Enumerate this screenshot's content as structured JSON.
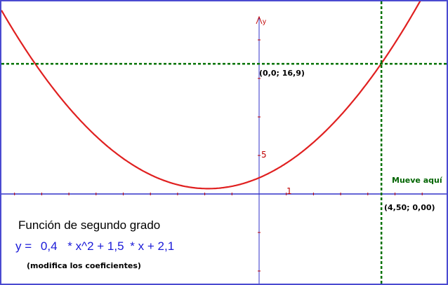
{
  "colors": {
    "border": "#4a4ad0",
    "axis": "#3232c8",
    "ticks": "#c00000",
    "curve": "#e02020",
    "guide": "#007000",
    "formula": "#1a1ad8"
  },
  "axes": {
    "y_label": "y",
    "tick_x": "1",
    "tick_y": "5"
  },
  "point_labels": {
    "intercept": "(0,0; 16,9)",
    "handle": "(4,50; 0,00)"
  },
  "move_hint": "Mueve aquí",
  "panel": {
    "title": "Función de segundo grado",
    "formula_lhs": "y =",
    "a": "0,4",
    "term_a": "* x^2 +",
    "b": "1,5",
    "term_b": "* x +",
    "c": "2,1",
    "hint": "(modifica los coeficientes)"
  },
  "chart_data": {
    "type": "line",
    "series": [
      {
        "x": [
          -9,
          -8,
          -7,
          -6,
          -5,
          -4,
          -3,
          -2,
          -1.875,
          -1,
          0,
          1,
          2,
          3,
          4,
          4.5,
          5.5
        ],
        "y": [
          21,
          15.7,
          11.2,
          7.5,
          4.6,
          2.5,
          1.2,
          0.7,
          0.69,
          1.0,
          2.1,
          4.0,
          6.7,
          10.2,
          14.5,
          16.9,
          22.4
        ]
      }
    ],
    "coefficients": {
      "a": 0.4,
      "b": 1.5,
      "c": 2.1
    },
    "guide_x": 4.5,
    "guide_y": 16.9
  }
}
